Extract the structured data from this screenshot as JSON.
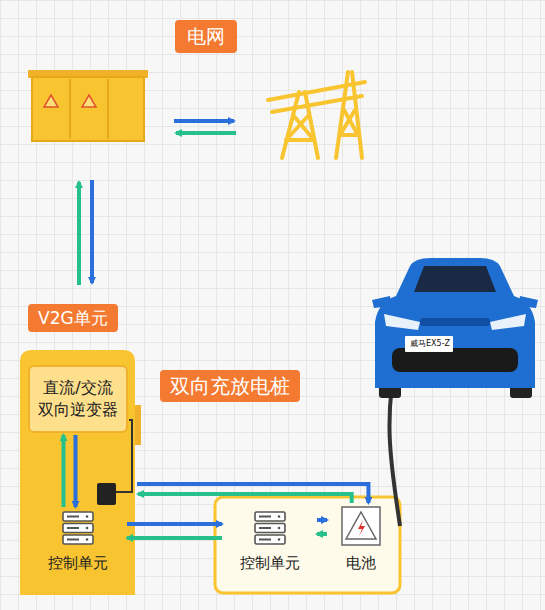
{
  "diagram": {
    "title": "电网",
    "nodes": [
      {
        "text": [
          "V2G单元",
          "双向充放电桩"
        ]
      },
      {
        "text": [
          "直流/交流 双向逆变器"
        ],
        "in": 0
      },
      {
        "text": [
          "控制单元"
        ],
        "in": 0
      },
      {
        "text": [
          "控制单元"
        ]
      },
      {
        "text": [
          "电池"
        ]
      }
    ],
    "edges": [
      {
        "from": 1,
        "to": 2,
        "arrow": "both"
      },
      {
        "from": 2,
        "to": 3,
        "arrow": "both"
      },
      {
        "from": 3,
        "to": 4,
        "arrow": "both"
      },
      {
        "from": 4,
        "to": 0,
        "arrow": "both"
      }
    ],
    "labels": [
      "威马EX5-Z"
    ]
  }
}
